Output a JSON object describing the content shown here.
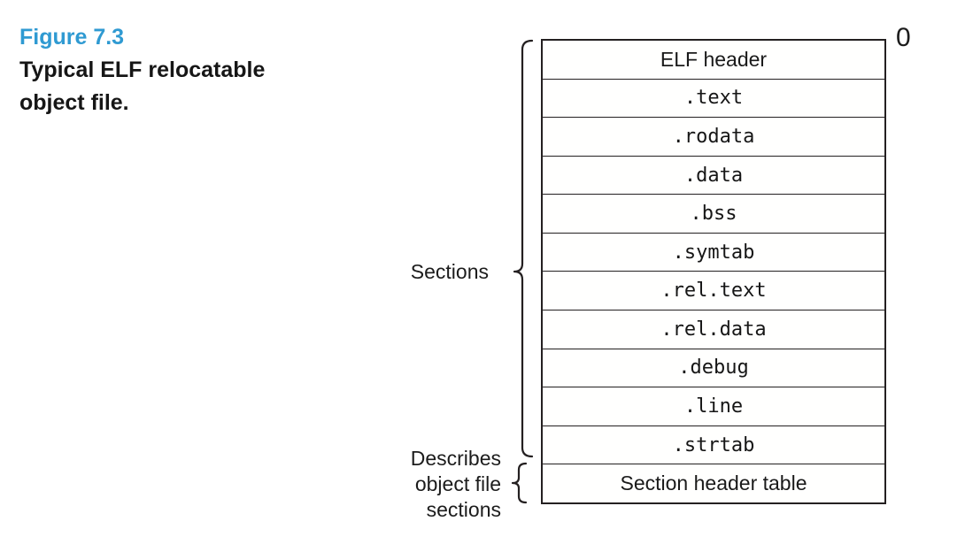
{
  "figure": {
    "label": "Figure 7.3",
    "title_line1": "Typical ELF relocatable",
    "title_line2": "object file.",
    "accent_color": "#2f9ad2"
  },
  "diagram": {
    "offset_label": "0",
    "rows": [
      {
        "label": "ELF header"
      },
      {
        "label": ".text"
      },
      {
        "label": ".rodata"
      },
      {
        "label": ".data"
      },
      {
        "label": ".bss"
      },
      {
        "label": ".symtab"
      },
      {
        "label": ".rel.text"
      },
      {
        "label": ".rel.data"
      },
      {
        "label": ".debug"
      },
      {
        "label": ".line"
      },
      {
        "label": ".strtab"
      },
      {
        "label": "Section header table"
      }
    ],
    "annotations": {
      "sections": "Sections",
      "describes": "Describes\nobject file\nsections"
    }
  }
}
